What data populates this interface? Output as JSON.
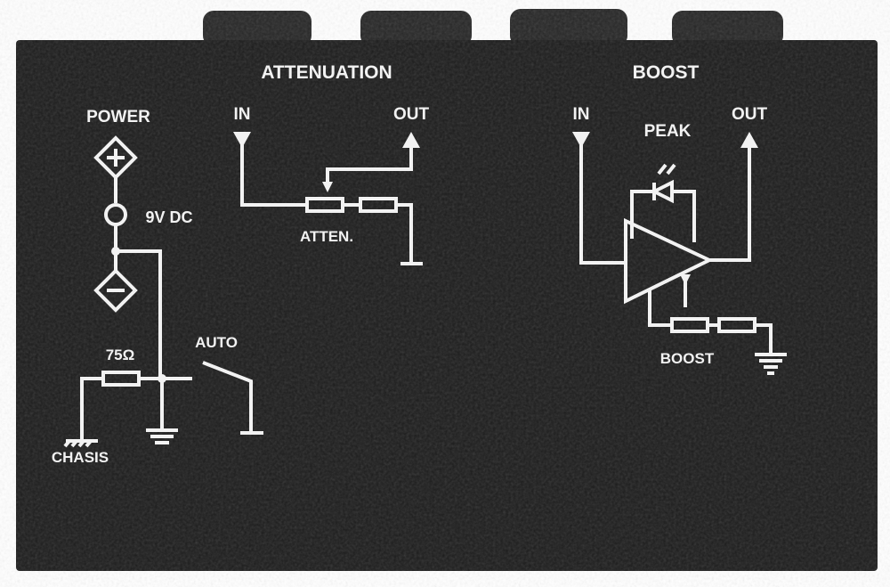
{
  "panel": {
    "colors": {
      "body": "#1c1c1c",
      "print": "#f2f2f2",
      "jack": "#262626",
      "background": "#ffffff"
    },
    "labels": {
      "attenuation_title": "ATTENUATION",
      "boost_title": "BOOST",
      "power": "POWER",
      "dc_input": "9V DC",
      "att_in": "IN",
      "att_out": "OUT",
      "atten_pot": "ATTEN.",
      "boost_in": "IN",
      "boost_out": "OUT",
      "peak": "PEAK",
      "boost_pot": "BOOST",
      "resistor": "75Ω",
      "auto": "AUTO",
      "chassis": "CHASIS"
    }
  }
}
